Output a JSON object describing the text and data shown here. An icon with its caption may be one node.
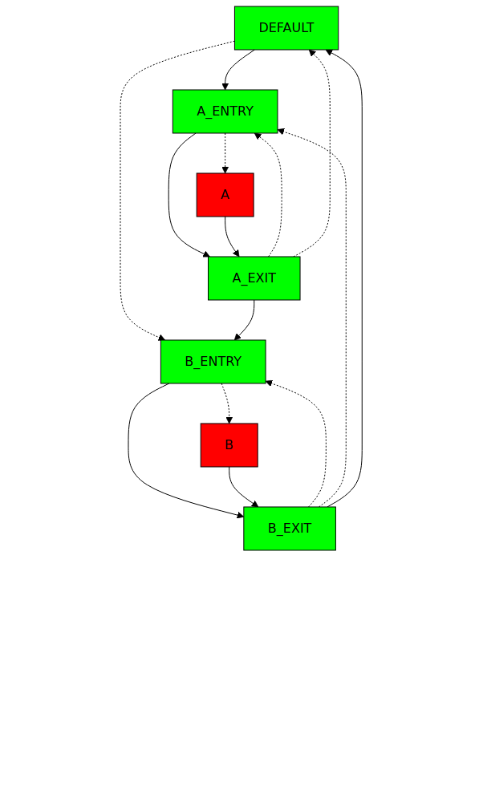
{
  "diagram": {
    "nodes": [
      {
        "text": [
          "DEFAULT"
        ]
      },
      {
        "text": [
          "A_ENTRY"
        ]
      },
      {
        "text": [
          "A"
        ]
      },
      {
        "text": [
          "A_EXIT"
        ]
      },
      {
        "text": [
          "B_ENTRY"
        ]
      },
      {
        "text": [
          "B"
        ]
      },
      {
        "text": [
          "B_EXIT"
        ]
      }
    ],
    "edges": [
      {
        "from": 0,
        "to": 1,
        "arrow": "to"
      },
      {
        "from": 0,
        "to": 4,
        "arrow": "to",
        "style": "dashed"
      },
      {
        "from": 1,
        "to": 2,
        "arrow": "to",
        "style": "dashed"
      },
      {
        "from": 1,
        "to": 3,
        "arrow": "to"
      },
      {
        "from": 3,
        "to": 1,
        "arrow": "to",
        "style": "dashed"
      },
      {
        "from": 3,
        "to": 0,
        "arrow": "to",
        "style": "dashed"
      },
      {
        "from": 2,
        "to": 3,
        "arrow": "to"
      },
      {
        "from": 3,
        "to": 4,
        "arrow": "to"
      },
      {
        "from": 4,
        "to": 5,
        "arrow": "to",
        "style": "dashed"
      },
      {
        "from": 4,
        "to": 6,
        "arrow": "to"
      },
      {
        "from": 6,
        "to": 4,
        "arrow": "to",
        "style": "dashed"
      },
      {
        "from": 6,
        "to": 1,
        "arrow": "to",
        "style": "dashed"
      },
      {
        "from": 5,
        "to": 6,
        "arrow": "to"
      },
      {
        "from": 6,
        "to": 0,
        "arrow": "to"
      }
    ]
  }
}
